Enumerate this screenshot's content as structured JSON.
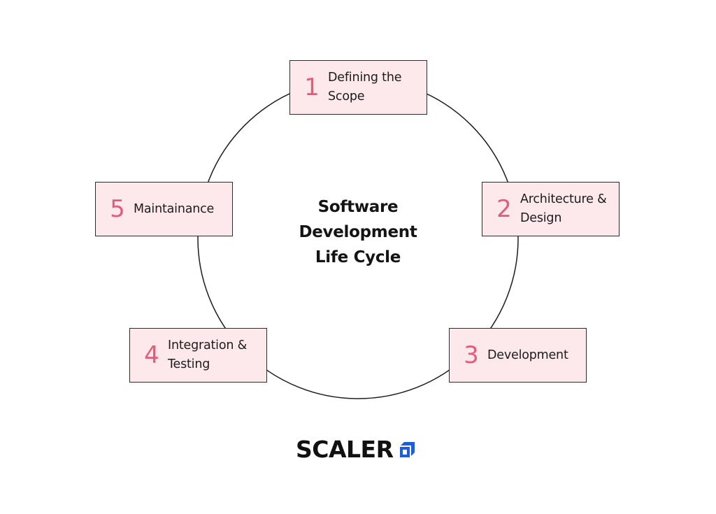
{
  "diagram": {
    "center_title": [
      "Software",
      "Development",
      "Life Cycle"
    ],
    "steps": [
      {
        "number": "1",
        "label": [
          "Defining the",
          "Scope"
        ]
      },
      {
        "number": "2",
        "label": [
          "Architecture &",
          "Design"
        ]
      },
      {
        "number": "3",
        "label": [
          "Development"
        ]
      },
      {
        "number": "4",
        "label": [
          "Integration &",
          "Testing"
        ]
      },
      {
        "number": "5",
        "label": [
          "Maintainance"
        ]
      }
    ]
  },
  "brand": {
    "logo_text": "SCALER",
    "mark_icon": "scaler-cube-icon"
  },
  "colors": {
    "box_fill": "#fde8ec",
    "number_accent": "#e45c79",
    "logo_mark": "#1f5fd6"
  }
}
